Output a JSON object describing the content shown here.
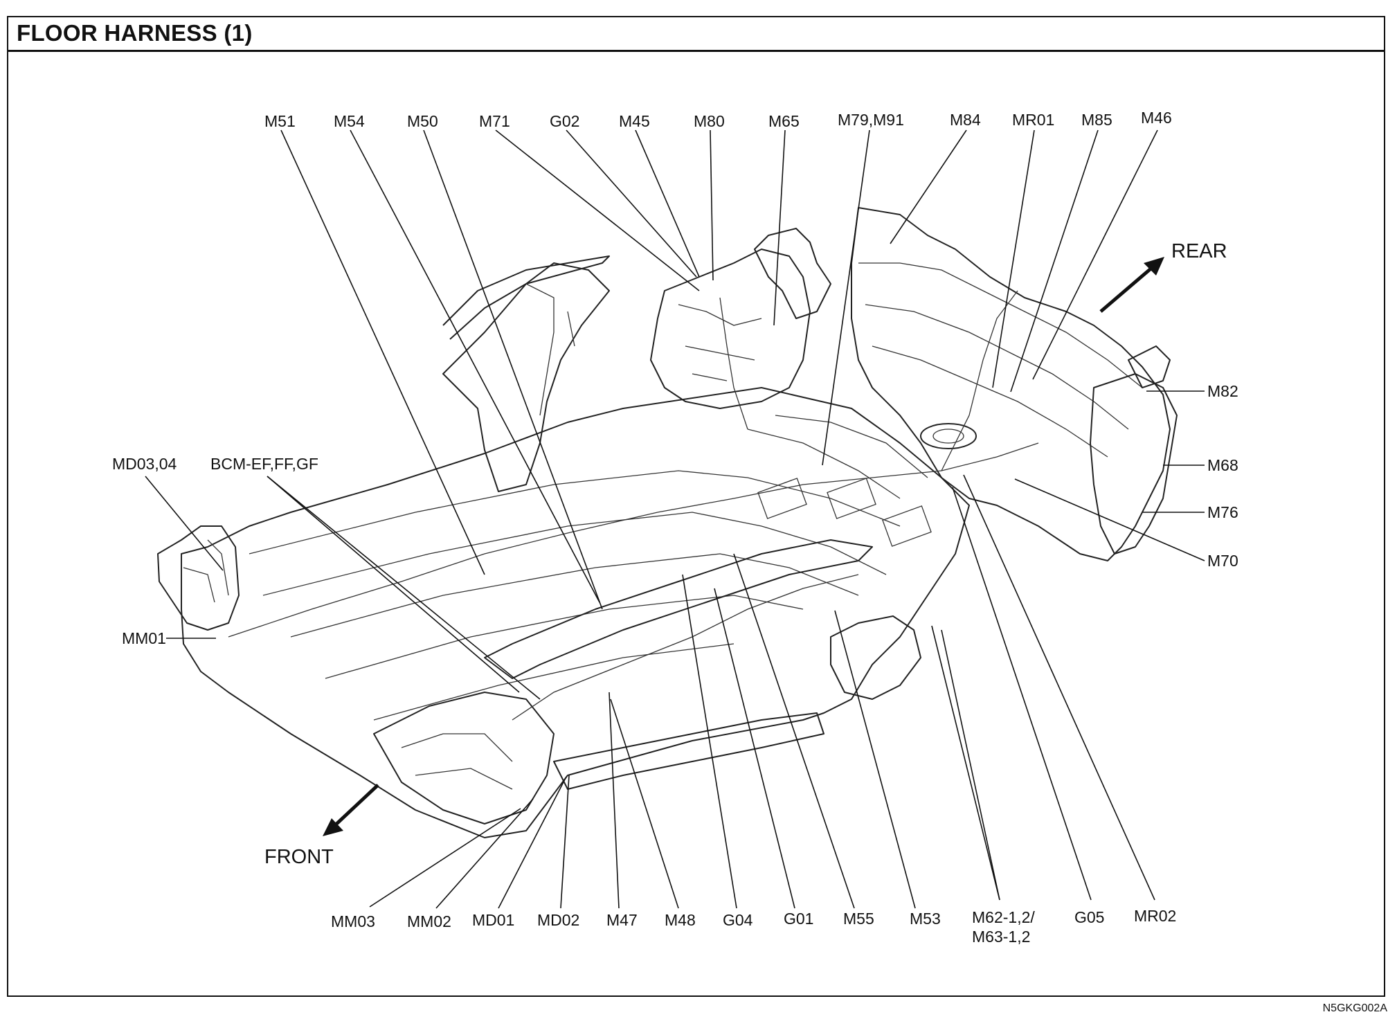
{
  "title": "FLOOR HARNESS (1)",
  "doc_code": "N5GKG002A",
  "directions": {
    "rear": "REAR",
    "front": "FRONT"
  },
  "labels": {
    "M51": "M51",
    "M54": "M54",
    "M50": "M50",
    "M71": "M71",
    "G02": "G02",
    "M45": "M45",
    "M80": "M80",
    "M65": "M65",
    "M79_M91": "M79,M91",
    "M84": "M84",
    "MR01": "MR01",
    "M85": "M85",
    "M46": "M46",
    "M82": "M82",
    "M68": "M68",
    "M76": "M76",
    "M70": "M70",
    "MD03_04": "MD03,04",
    "BCM": "BCM-EF,FF,GF",
    "MM01": "MM01",
    "MM03": "MM03",
    "MM02": "MM02",
    "MD01": "MD01",
    "MD02": "MD02",
    "M47": "M47",
    "M48": "M48",
    "G04": "G04",
    "G01": "G01",
    "M55": "M55",
    "M53": "M53",
    "M62_line1": "M62-1,2/",
    "M62_line2": "M63-1,2",
    "G05": "G05",
    "MR02": "MR02"
  }
}
